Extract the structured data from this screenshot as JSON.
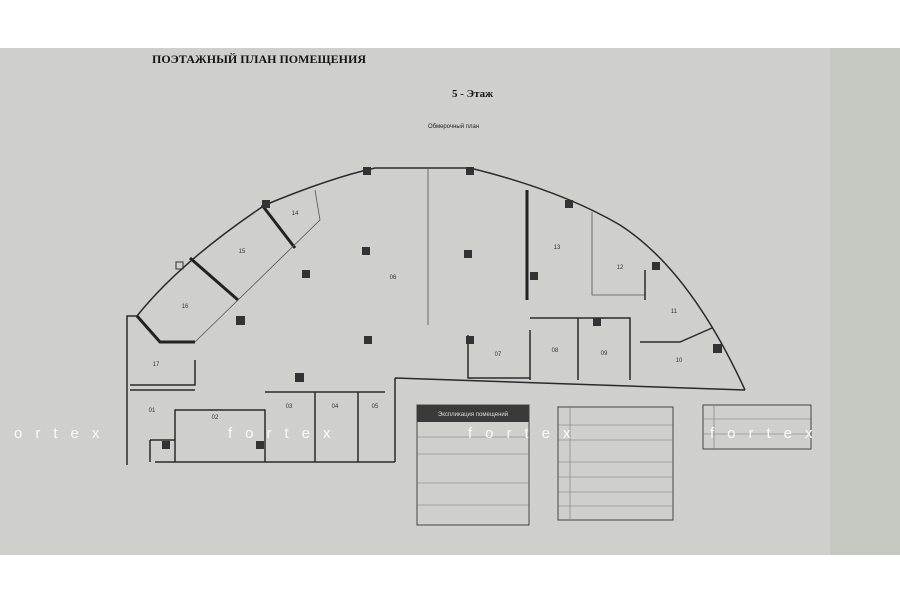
{
  "title": "ПОЭТАЖНЫЙ ПЛАН ПОМЕЩЕНИЯ",
  "floor": "5 - Этаж",
  "subtitle": "Обмерочный план",
  "rooms": [
    "14",
    "15",
    "16",
    "17",
    "06",
    "13",
    "12",
    "11",
    "10",
    "09",
    "08",
    "07",
    "01",
    "02",
    "03",
    "04",
    "05"
  ],
  "legend_header": "Экспликация помещений",
  "watermark": "fortex",
  "watermark_partial": "ortex"
}
